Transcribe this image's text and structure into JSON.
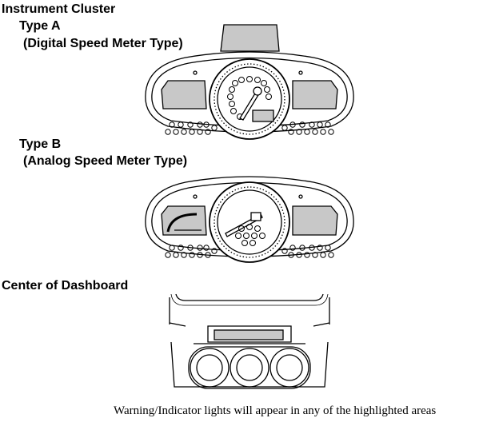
{
  "sections": {
    "instrument_cluster": "Instrument Cluster",
    "type_a": {
      "title": "Type A",
      "subtitle": "(Digital Speed Meter Type)"
    },
    "type_b": {
      "title": "Type B",
      "subtitle": "(Analog Speed Meter Type)"
    },
    "center_dashboard": "Center of Dashboard"
  },
  "caption": "Warning/Indicator lights will appear in any of the highlighted areas",
  "colors": {
    "highlight": "#c8c8c8",
    "line": "#000000",
    "background": "#ffffff"
  }
}
